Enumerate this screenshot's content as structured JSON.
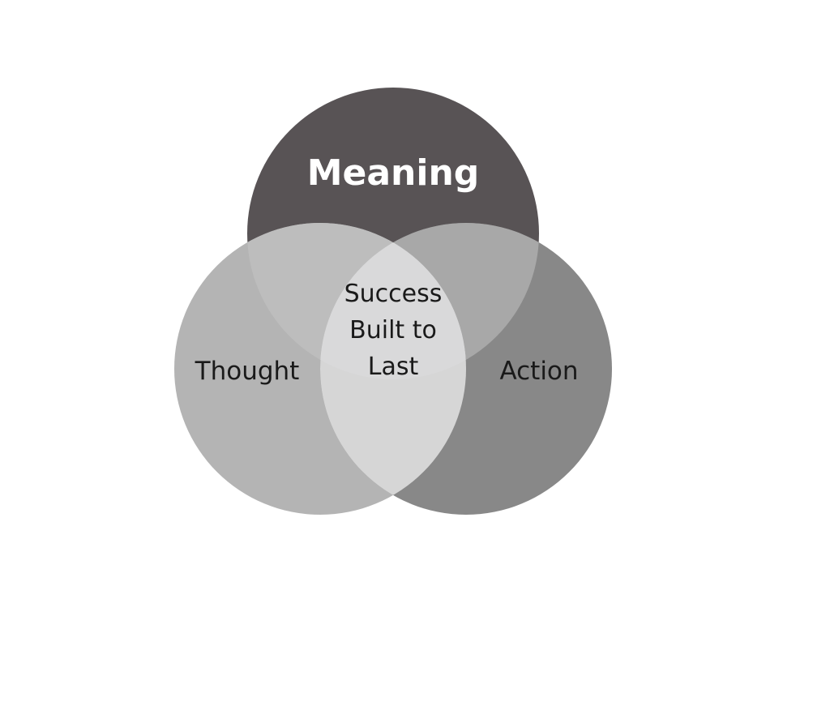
{
  "diagram": {
    "labels": {
      "top": "Meaning",
      "left": "Thought",
      "right": "Action",
      "center_lines": [
        "Success",
        "Built to",
        "Last"
      ]
    },
    "colors": {
      "top": "#585355",
      "left": "#b4b4b4",
      "right": "#888888",
      "top_left": "#bdbdbd",
      "top_right": "#a8a8a8",
      "left_right": "#d6d6d6",
      "center": "#d9d9da",
      "text_light": "#ffffff",
      "text_dark": "#1a1a1a"
    }
  }
}
